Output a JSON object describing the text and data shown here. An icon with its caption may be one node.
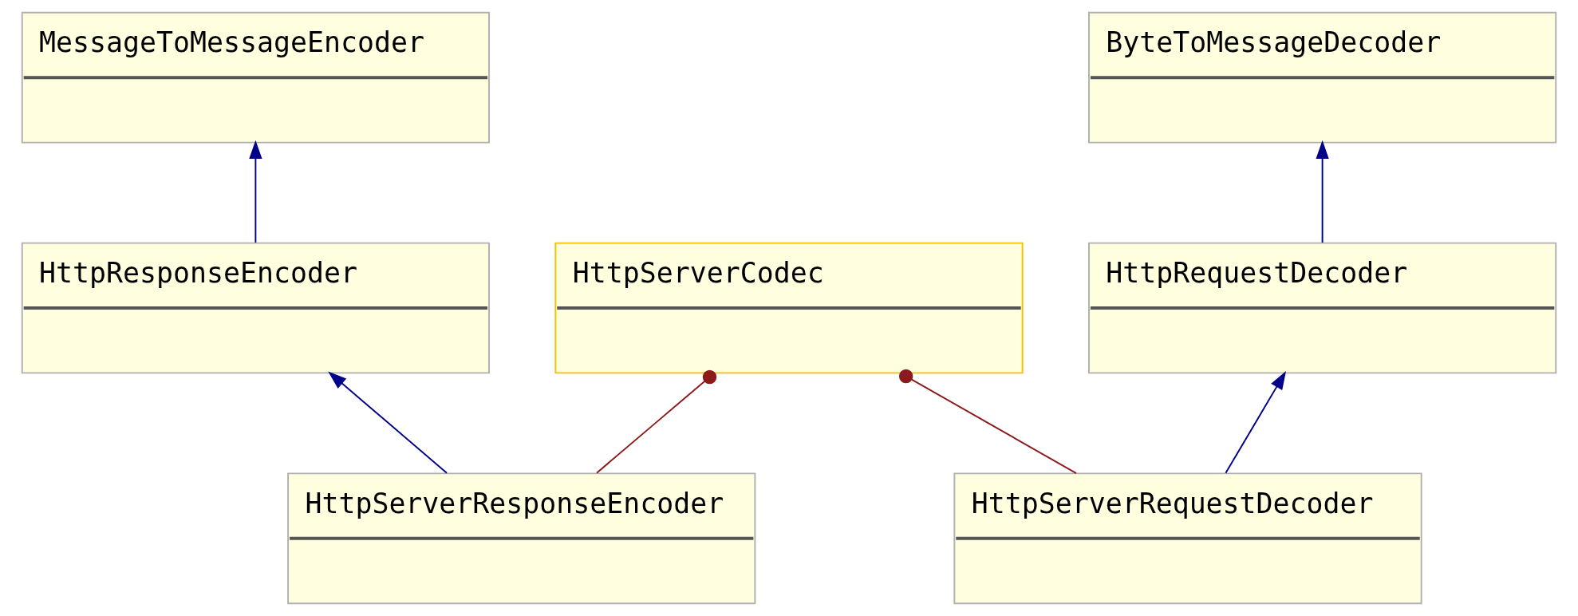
{
  "diagram": {
    "nodes": [
      {
        "text": [
          "MessageToMessageEncoder"
        ]
      },
      {
        "text": [
          "ByteToMessageDecoder"
        ]
      },
      {
        "text": [
          "HttpResponseEncoder"
        ]
      },
      {
        "text": [
          "HttpServerCodec"
        ]
      },
      {
        "text": [
          "HttpRequestDecoder"
        ]
      },
      {
        "text": [
          "HttpServerResponseEncoder"
        ]
      },
      {
        "text": [
          "HttpServerRequestDecoder"
        ]
      }
    ],
    "edges": [
      {
        "from": 2,
        "to": 0,
        "arrow": "to"
      },
      {
        "from": 4,
        "to": 1,
        "arrow": "to"
      },
      {
        "from": 5,
        "to": 2,
        "arrow": "to"
      },
      {
        "from": 5,
        "to": 3,
        "arrow": "other",
        "color": "#8b1a1a"
      },
      {
        "from": 6,
        "to": 3,
        "arrow": "other",
        "color": "#8b1a1a"
      },
      {
        "from": 6,
        "to": 4,
        "arrow": "to"
      }
    ]
  }
}
